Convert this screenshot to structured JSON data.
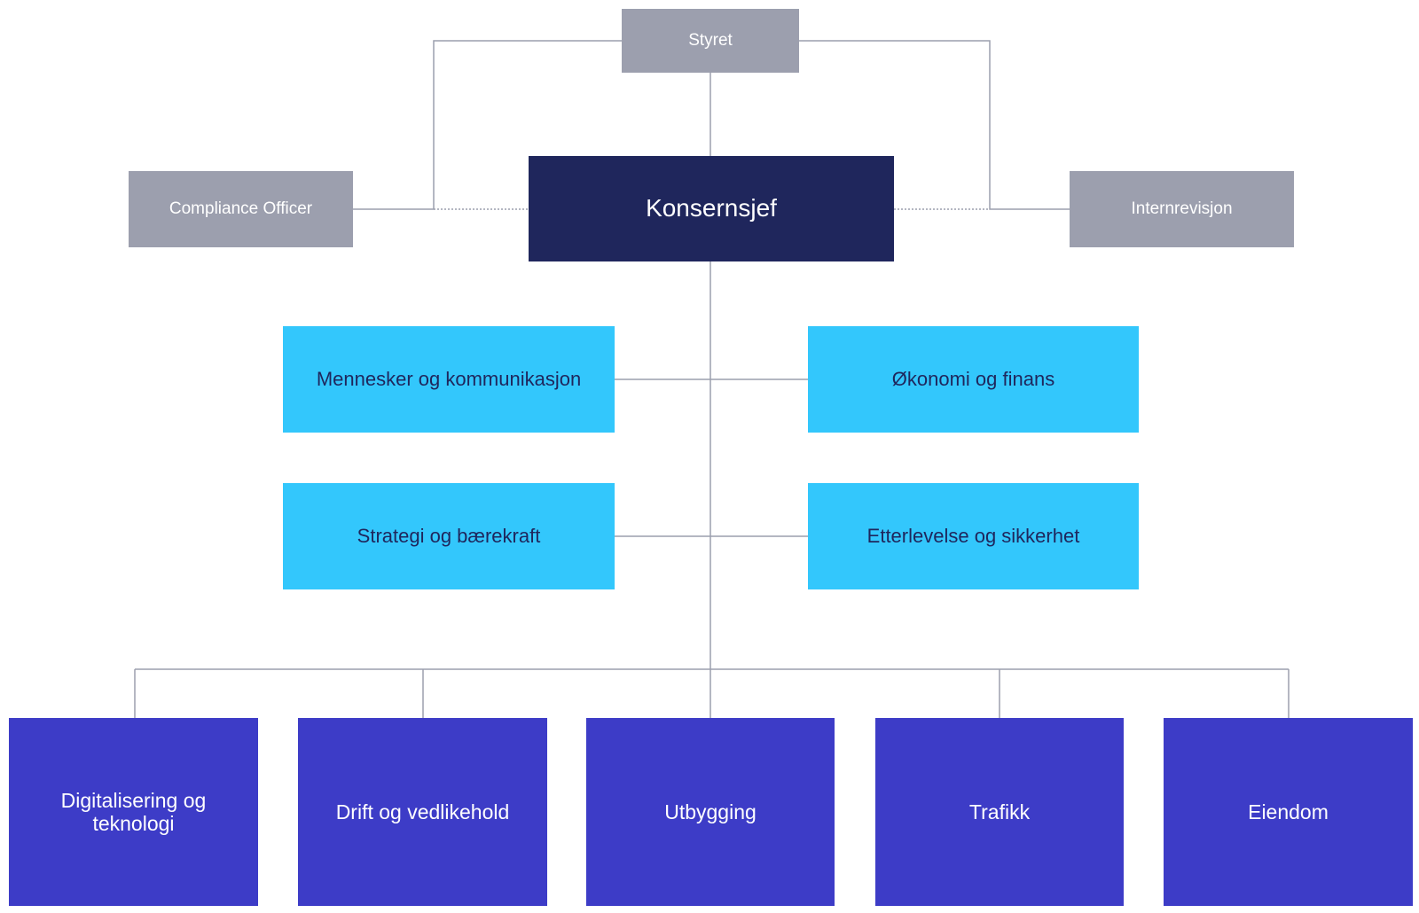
{
  "org": {
    "board": "Styret",
    "ceo": "Konsernsjef",
    "compliance": "Compliance Officer",
    "internal_audit": "Internrevisjon",
    "staff": [
      "Mennesker og kommunikasjon",
      "Økonomi og finans",
      "Strategi og bærekraft",
      "Etterlevelse og sikkerhet"
    ],
    "divisions": [
      "Digitalisering og teknologi",
      "Drift og vedlikehold",
      "Utbygging",
      "Trafikk",
      "Eiendom"
    ]
  },
  "colors": {
    "gray_box": "#9c9fae",
    "ceo_box": "#1f265c",
    "staff_box": "#33c7fc",
    "division_box": "#3d3cc7",
    "connector": "#9c9fae"
  }
}
